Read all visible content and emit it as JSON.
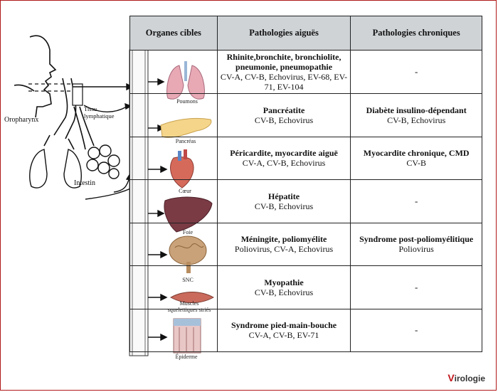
{
  "table": {
    "headers": [
      "Organes cibles",
      "Pathologies aiguës",
      "Pathologies chroniques"
    ],
    "rows": [
      {
        "organ": "Poumons",
        "acute_name": "Rhinite,bronchite, bronchiolite, pneumonie, pneumopathie",
        "acute_virus": "CV-A, CV-B, Echovirus, EV-68, EV-71, EV-104",
        "chronic_name": "",
        "chronic_virus": "-"
      },
      {
        "organ": "Pancréas",
        "acute_name": "Pancréatite",
        "acute_virus": "CV-B, Echovirus",
        "chronic_name": "Diabète insulino-dépendant",
        "chronic_virus": "CV-B, Echovirus"
      },
      {
        "organ": "Cœur",
        "acute_name": "Péricardite, myocardite aiguë",
        "acute_virus": "CV-A, CV-B, Echovirus",
        "chronic_name": "Myocardite chronique, CMD",
        "chronic_virus": "CV-B"
      },
      {
        "organ": "Foie",
        "acute_name": "Hépatite",
        "acute_virus": "CV-B, Echovirus",
        "chronic_name": "",
        "chronic_virus": "-"
      },
      {
        "organ": "SNC",
        "acute_name": "Méningite, poliomyélite",
        "acute_virus": "Poliovirus, CV-A, Echovirus",
        "chronic_name": "Syndrome post-poliomyélitique",
        "chronic_virus": "Poliovirus"
      },
      {
        "organ": "Muscles squelettiques striés",
        "acute_name": "Myopathie",
        "acute_virus": "CV-B, Echovirus",
        "chronic_name": "",
        "chronic_virus": "-"
      },
      {
        "organ": "Épiderme",
        "acute_name": "Syndrome pied-main-bouche",
        "acute_virus": "CV-A, CV-B, EV-71",
        "chronic_name": "",
        "chronic_virus": "-"
      }
    ]
  },
  "labels": {
    "oropharynx": "Oropharynx",
    "tissu": "Tissu lymphatique",
    "intestin": "Intestin"
  },
  "logo": {
    "initial": "V",
    "rest": "irologie"
  },
  "colors": {
    "header_bg": "#cfd3d6",
    "lung": "#e8a9b5",
    "pancreas": "#f4d58a",
    "liver": "#7a3b45",
    "brain": "#c9a27a",
    "muscle": "#c96a5c",
    "skin": "#e9c7c7",
    "border": "#b01818"
  }
}
